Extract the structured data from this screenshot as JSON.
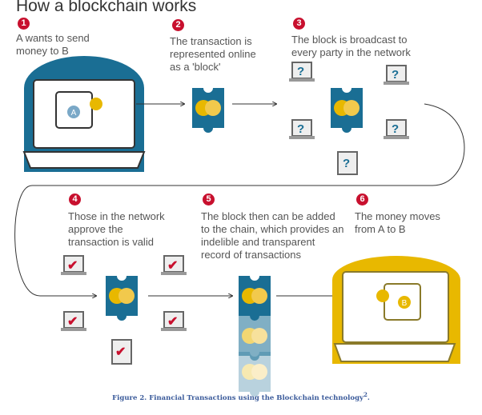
{
  "title": "How a blockchain works",
  "steps": [
    {
      "number": "1",
      "text": "A wants to send money to B"
    },
    {
      "number": "2",
      "text": "The transaction is represented online as a 'block'"
    },
    {
      "number": "3",
      "text": "The block is broadcast to every party in the network"
    },
    {
      "number": "4",
      "text": "Those in the network approve the transaction is valid"
    },
    {
      "number": "5",
      "text": "The block then can be added to the chain, which provides an indelible and transparent record of transactions"
    },
    {
      "number": "6",
      "text": "The money moves from A to B"
    }
  ],
  "labels": {
    "a": "A",
    "b": "B",
    "question": "?",
    "check": "✔"
  },
  "caption": {
    "text": "Figure 2. Financial Transactions using the Blockchain technology",
    "sup": "2",
    "end": "."
  },
  "colors": {
    "blue": "#1a6e94",
    "gold": "#e8b800",
    "red": "#c8102e",
    "caption": "#3a5a9a"
  }
}
